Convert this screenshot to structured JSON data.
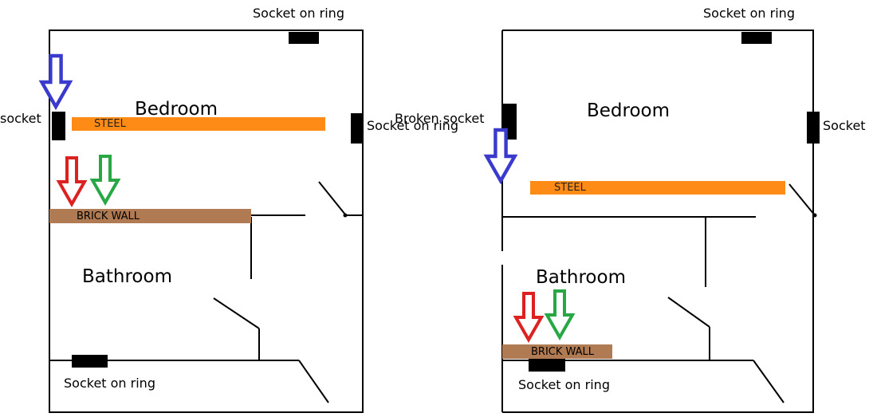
{
  "diagram": {
    "left_plan": {
      "top_socket_label": "Socket on ring",
      "left_socket_label": "socket",
      "bedroom_label": "Bedroom",
      "steel_label": "STEEL",
      "brick_label": "BRICK WALL",
      "bathroom_label": "Bathroom",
      "right_socket_label": "Socket on ring",
      "bottom_socket_label": "Socket on ring"
    },
    "right_plan": {
      "top_socket_label": "Socket on ring",
      "left_socket_label": "Broken socket",
      "bedroom_label": "Bedroom",
      "steel_label": "STEEL",
      "brick_label": "BRICK WALL",
      "bathroom_label": "Bathroom",
      "right_socket_label": "Socket",
      "bottom_socket_label": "Socket on ring"
    },
    "colors": {
      "steel_beam": "#ff8b17",
      "brick_wall": "#b07a52",
      "socket": "#000000",
      "wall_line": "#000000",
      "arrow_blue": "#3a3acc",
      "arrow_red": "#dd2020",
      "arrow_green": "#28a745"
    }
  }
}
